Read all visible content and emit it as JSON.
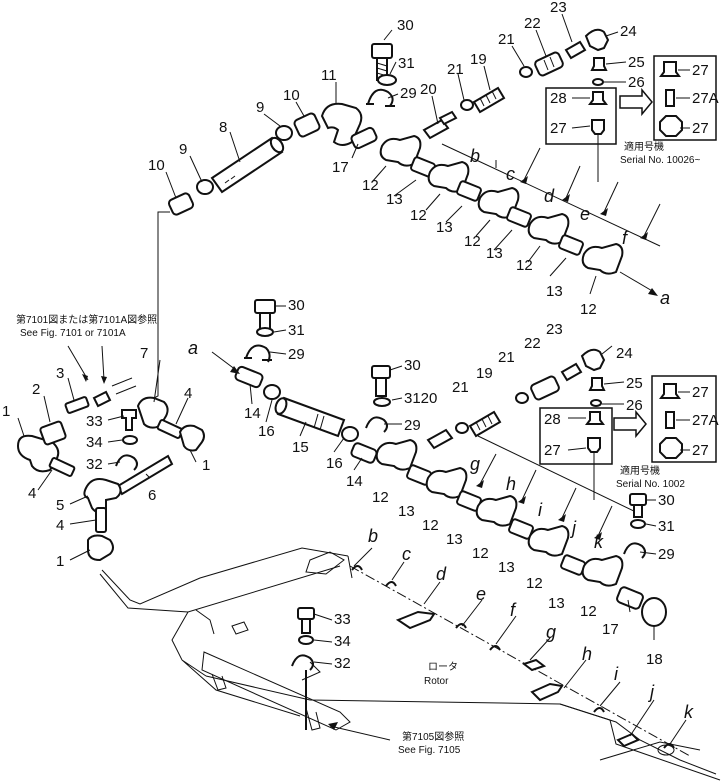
{
  "callouts_top": {
    "n30": "30",
    "n31": "31",
    "n29": "29",
    "n11": "11",
    "n10a": "10",
    "n9a": "9",
    "n8": "8",
    "n9b": "9",
    "n10b": "10",
    "n17": "17",
    "n20": "20",
    "n21a": "21",
    "n19": "19",
    "n21b": "21",
    "n22": "22",
    "n23": "23",
    "n24": "24",
    "n25": "25",
    "n26": "26",
    "n28": "28",
    "n27": "27",
    "n27r": "27",
    "n27Ar": "27A",
    "n27r2": "27",
    "n12a": "12",
    "n13a": "13",
    "n12b": "12",
    "n13b": "13",
    "n12c": "12",
    "n13c": "13",
    "n12d": "12",
    "n13d": "13",
    "n12e": "12"
  },
  "callouts_left": {
    "n1a": "1",
    "n2": "2",
    "n3": "3",
    "n7": "7",
    "n4a": "4",
    "n33": "33",
    "n34": "34",
    "n32": "32",
    "n1b": "1",
    "n5": "5",
    "n6": "6",
    "n4b": "4",
    "n4c": "4",
    "n1c": "1"
  },
  "callouts_bottom": {
    "n30": "30",
    "n31": "31",
    "n29": "29",
    "n30b": "30",
    "n31b": "3120",
    "n29b": "29",
    "n14a": "14",
    "n16a": "16",
    "n15": "15",
    "n16b": "16",
    "n14b": "14",
    "n21a": "21",
    "n19": "19",
    "n21b": "21",
    "n22": "22",
    "n23": "23",
    "n24": "24",
    "n25": "25",
    "n26": "26",
    "n28": "28",
    "n27": "27",
    "n27r": "27",
    "n27Ar": "27A",
    "n27r2": "27",
    "n12a": "12",
    "n13a": "13",
    "n12b": "12",
    "n13b": "13",
    "n12c": "12",
    "n13c": "13",
    "n12d": "12",
    "n13d": "13",
    "n12e": "12",
    "n17": "17",
    "n18": "18",
    "n30c": "30",
    "n31c": "31",
    "n29c": "29",
    "n33": "33",
    "n34": "34",
    "n32": "32"
  },
  "letters": {
    "b1": "b",
    "c1": "c",
    "d1": "d",
    "e1": "e",
    "f1": "f",
    "a1": "a",
    "a2": "a",
    "g1": "g",
    "h1": "h",
    "i1": "i",
    "j1": "j",
    "k1": "k",
    "b2": "b",
    "c2": "c",
    "d2": "d",
    "e2": "e",
    "f2": "f",
    "g2": "g",
    "h2": "h",
    "i2": "i",
    "j2": "j",
    "k2": "k"
  },
  "notes": {
    "serial_top_jp": "適用号機",
    "serial_top": "Serial No. 10026~",
    "serial_bot_jp": "適用号機",
    "serial_bot": "Serial No. 1002",
    "fig_ref_left_jp": "第7101図または第7101A図参照",
    "fig_ref_left": "See Fig. 7101 or 7101A",
    "rotor_jp": "ロータ",
    "rotor": "Rotor",
    "fig_ref_bottom_jp": "第7105図参照",
    "fig_ref_bottom": "See Fig. 7105"
  }
}
